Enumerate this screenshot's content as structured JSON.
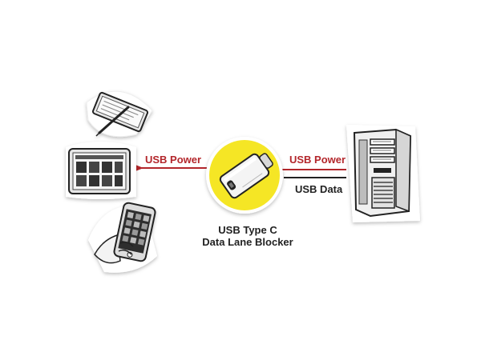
{
  "diagram": {
    "arrow_left": {
      "label": "USB Power"
    },
    "arrow_right_top": {
      "label": "USB Power"
    },
    "arrow_right_bottom": {
      "label": "USB Data"
    },
    "adapter_caption": {
      "line1": "USB Type C",
      "line2": "Data Lane Blocker"
    }
  },
  "colors": {
    "power": "#b3262b",
    "data": "#222222",
    "highlight": "#f5e625"
  },
  "icons": [
    "tablet-with-stylus-icon",
    "tablet-icon",
    "smartphone-in-hand-icon",
    "usb-c-adapter-icon",
    "desktop-tower-icon"
  ]
}
